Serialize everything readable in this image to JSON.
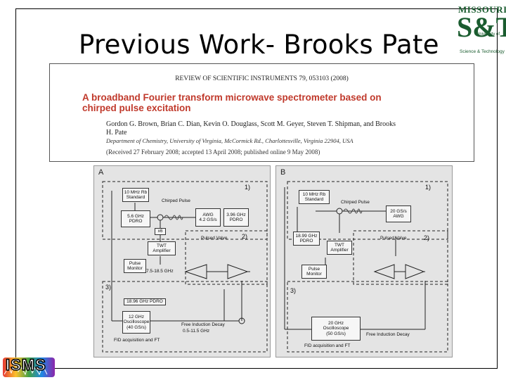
{
  "slide": {
    "title": "Previous Work- Brooks Pate"
  },
  "logo": {
    "university": "MISSOURI",
    "mark": "S&T",
    "subtitle": "University of",
    "subtitle2": "Science & Technology",
    "color": "#1a5c2f"
  },
  "paper": {
    "journal": "REVIEW OF SCIENTIFIC INSTRUMENTS 79, 053103 (2008)",
    "title": "A broadband Fourier transform microwave spectrometer based on chirped pulse excitation",
    "title_color": "#c0392b",
    "authors": "Gordon G. Brown, Brian C. Dian, Kevin O. Douglass, Scott M. Geyer, Steven T. Shipman, and Brooks H. Pate",
    "affiliation": "Department of Chemistry, University of Virginia, McCormick Rd., Charlottesville, Virginia 22904, USA",
    "received": "(Received 27 February 2008; accepted 13 April 2008; published online 9 May 2008)"
  },
  "diagram_a": {
    "label": "A",
    "section1": "1)",
    "section2": "2)",
    "section3": "3)",
    "rb_standard": "10 MHz Rb\nStandard",
    "chirped_pulse": "Chirped Pulse",
    "pdro_left": "5.6 GHz\nPDRO",
    "awg": "AWG\n4.2 GS/s",
    "pdro_right": "3.96 GHz\nPDRO",
    "multiplier": "x6",
    "pulsed_valve": "Pulsed Valve",
    "twt": "TWT\nAmplifier",
    "pulse_monitor": "Pulse\nMonitor",
    "freq_range": "7.5-18.5 GHz",
    "pdro_bottom": "18.96 GHz PDRO",
    "oscilloscope": "12 GHz\nOscilloscope\n(40 GS/s)",
    "fid": "Free Induction Decay",
    "fid_range": "0.5-11.5 GHz",
    "fid_acq": "FID acquisition and FT"
  },
  "diagram_b": {
    "label": "B",
    "section1": "1)",
    "section2": "2)",
    "section3": "3)",
    "rb_standard": "10 MHz Rb\nStandard",
    "chirped_pulse": "Chirped Pulse",
    "awg": "20 GS/s\nAWG",
    "pdro": "18.99 GHz\nPDRO",
    "twt": "TWT\nAmplifier",
    "pulsed_valve": "Pulsed Valve",
    "pulse_monitor": "Pulse\nMonitor",
    "oscilloscope": "20 GHz\nOscilloscope\n(50 GS/s)",
    "fid": "Free Induction Decay",
    "fid_acq": "FID acquisition and FT"
  },
  "isms_logo": {
    "text": "ISMS"
  }
}
